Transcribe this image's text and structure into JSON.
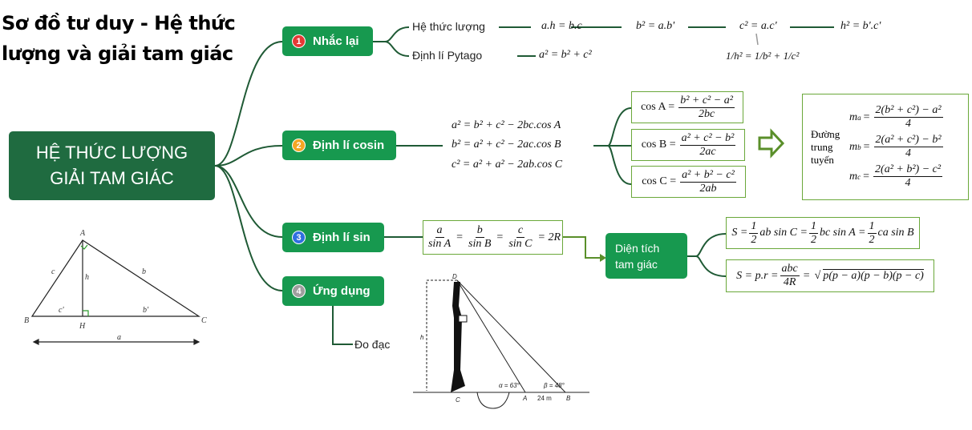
{
  "title": [
    "Sơ đồ tư duy - Hệ thức",
    "lượng và giải tam giác"
  ],
  "central": [
    "HỆ THỨC LƯỢNG",
    "GIẢI TAM GIÁC"
  ],
  "colors": {
    "central": "#1f6b40",
    "node": "#17994f",
    "line": "#1f5a35",
    "box_border": "#6aa83a",
    "badge1": "#e53935",
    "badge2": "#f5a623",
    "badge3": "#2f6fe0",
    "badge4": "#9e9e9e"
  },
  "branches": [
    {
      "num": "1",
      "label": "Nhắc lại"
    },
    {
      "num": "2",
      "label": "Định lí cosin"
    },
    {
      "num": "3",
      "label": "Định lí sin"
    },
    {
      "num": "4",
      "label": "Ứng dụng"
    }
  ],
  "recall": {
    "he_thuc_label": "Hệ thức lượng",
    "pytago_label": "Định lí Pytago",
    "formulas": [
      "a.h = b.c",
      "b² = a.b'",
      "c² = a.c'",
      "h² = b'.c'"
    ],
    "inverse": "1/h² = 1/b² + 1/c²",
    "pytago": "a² = b² + c²"
  },
  "cosine": {
    "laws": [
      "a² = b² + c² − 2bc.cos A",
      "b² = a² + c² − 2ac.cos B",
      "c² = a² + a² − 2ab.cos C"
    ],
    "cos": [
      {
        "lhs": "cos A =",
        "num": "b² + c² − a²",
        "den": "2bc"
      },
      {
        "lhs": "cos B =",
        "num": "a² + c² − b²",
        "den": "2ac"
      },
      {
        "lhs": "cos C =",
        "num": "a² + b² − c²",
        "den": "2ab"
      }
    ],
    "median_label": [
      "Đường",
      "trung",
      "tuyến"
    ],
    "medians": [
      {
        "lhs": "m",
        "sub": "a",
        "num": "2(b² + c²) − a²",
        "den": "4"
      },
      {
        "lhs": "m",
        "sub": "b",
        "num": "2(a² + c²) − b²",
        "den": "4"
      },
      {
        "lhs": "m",
        "sub": "c",
        "num": "2(a² + b²) − c²",
        "den": "4"
      }
    ]
  },
  "sine": {
    "fracs": [
      {
        "num": "a",
        "den": "sin A"
      },
      {
        "num": "b",
        "den": "sin B"
      },
      {
        "num": "c",
        "den": "sin C"
      }
    ],
    "rhs": "= 2R"
  },
  "area": {
    "node": [
      "Diện tích",
      "tam giác"
    ],
    "f1": {
      "s": "S =",
      "h": "1",
      "two": "2",
      "p1": "ab sin C =",
      "p2": "bc sin A =",
      "p3": "ca sin B"
    },
    "f2": {
      "s": "S = p.r =",
      "num": "abc",
      "den": "4R",
      "eq": "=",
      "root": "p(p − a)(p − b)(p − c)"
    }
  },
  "triangle": {
    "A": "A",
    "B": "B",
    "C": "C",
    "H": "H",
    "a": "a",
    "b": "b",
    "c": "c",
    "h": "h",
    "b1": "b'",
    "c1": "c'"
  },
  "application": {
    "label": "Đo đạc",
    "tower": {
      "D": "D",
      "C": "C",
      "A": "A",
      "B": "B",
      "h": "h",
      "alpha": "α = 63°",
      "beta": "β = 48°",
      "dist": "24 m"
    }
  }
}
